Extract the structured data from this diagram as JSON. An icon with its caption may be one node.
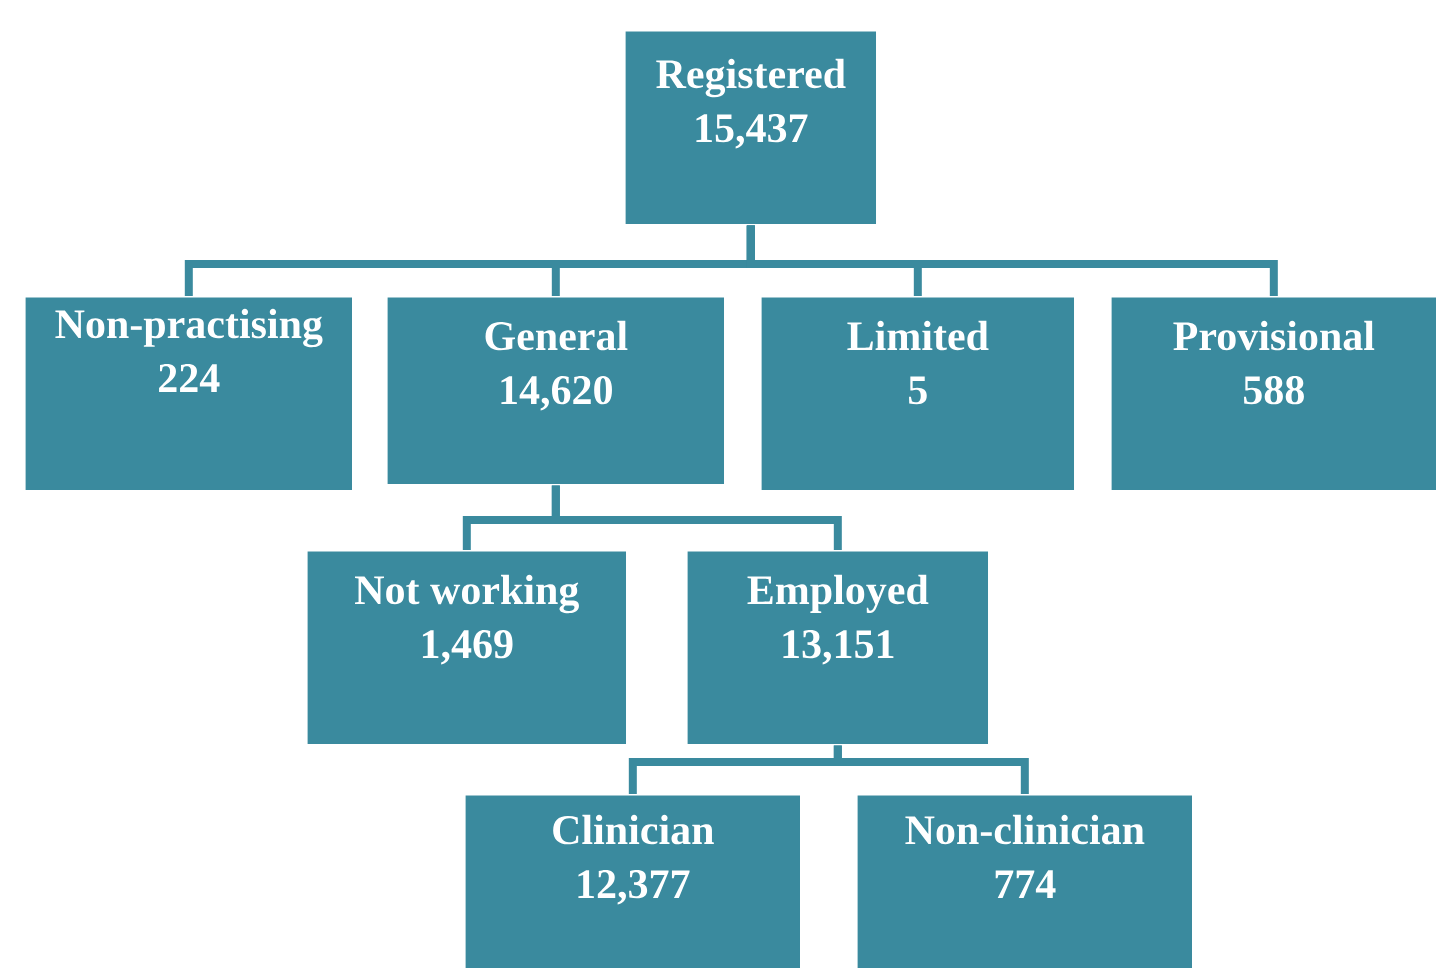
{
  "diagram": {
    "nodes": [
      {
        "text": [
          "Registered",
          "15,437"
        ]
      },
      {
        "text": [
          "Non-practising",
          "224"
        ]
      },
      {
        "text": [
          "General",
          "14,620"
        ]
      },
      {
        "text": [
          "Limited",
          "5"
        ]
      },
      {
        "text": [
          "Provisional",
          "588"
        ]
      },
      {
        "text": [
          "Not working",
          "1,469"
        ]
      },
      {
        "text": [
          "Employed",
          "13,151"
        ]
      },
      {
        "text": [
          "Clinician",
          "12,377"
        ]
      },
      {
        "text": [
          "Non-clinician",
          "774"
        ]
      }
    ],
    "edges": [
      {
        "from": 0,
        "to": 1,
        "arrow": "none"
      },
      {
        "from": 0,
        "to": 2,
        "arrow": "none"
      },
      {
        "from": 0,
        "to": 3,
        "arrow": "none"
      },
      {
        "from": 0,
        "to": 4,
        "arrow": "none"
      },
      {
        "from": 2,
        "to": 5,
        "arrow": "none"
      },
      {
        "from": 2,
        "to": 6,
        "arrow": "none"
      },
      {
        "from": 6,
        "to": 7,
        "arrow": "none"
      },
      {
        "from": 6,
        "to": 8,
        "arrow": "none"
      }
    ]
  }
}
